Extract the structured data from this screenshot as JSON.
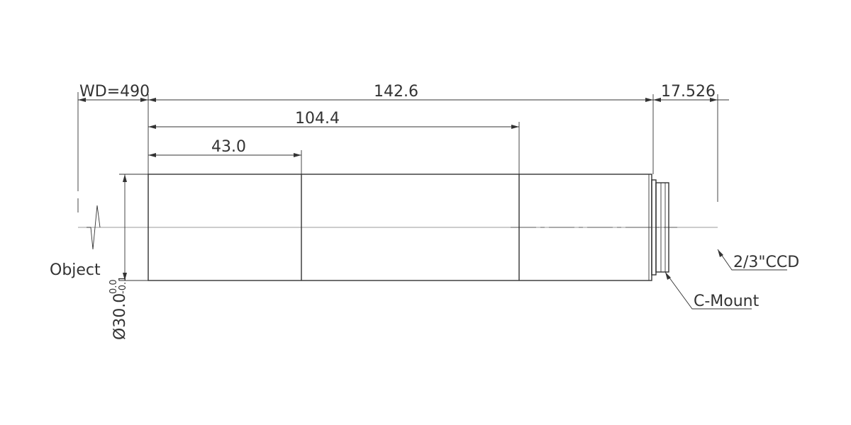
{
  "dimensions": {
    "working_distance": "WD=490",
    "total_length": "142.6",
    "length_2": "104.4",
    "length_1": "43.0",
    "flange_back": "17.526",
    "diameter": "Ø30.0",
    "tolerance_upper": "0.0",
    "tolerance_lower": "-0.1"
  },
  "labels": {
    "object": "Object",
    "sensor": "2/3\"CCD",
    "mount": "C-Mount"
  },
  "colors": {
    "line": "#333333",
    "axis": "#9a9a9a"
  }
}
